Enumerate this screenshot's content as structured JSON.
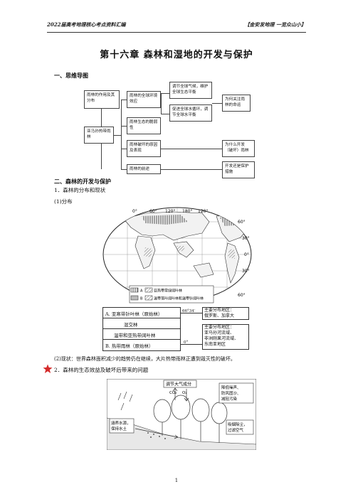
{
  "header": {
    "left": "2022届高考地理核心考点资料汇编",
    "right": "【金安发地理 一览众山小】"
  },
  "title": "第十六章  森林和湿地的开发与保护",
  "section1": {
    "heading": "一、思维导图",
    "nodes": {
      "role": "雨林的作用及其分布",
      "amazon": "亚马孙热带雨林",
      "env": "雨林的全球环境效应",
      "fragile": "雨林生态的脆弱性",
      "destroy": "雨林破坏的原因及表现",
      "future": "雨林的前途",
      "climate": "调节全球气候，维护全球生态平衡",
      "cycle": "促进全球水循环，调节全球水平衡",
      "why_care": "为何关注雨林的命运",
      "why_dev": "为什么开发（破坏）雨林",
      "dev_or_protect": "开发还是保护措施"
    }
  },
  "section2": {
    "heading": "二、森林的开发与保护",
    "sub1": "1．森林的分布和现状",
    "sub1a": "(1)分布",
    "map": {
      "longitudes": [
        "0°",
        "60°",
        "120°",
        "180°",
        "120°"
      ],
      "latitudes": [
        "60°",
        "30°",
        "0°",
        "30°",
        "60°"
      ],
      "legend_a_letter": "A",
      "legend_a_text": "亚热带常绿阔叶林",
      "legend_b_letter": "B",
      "legend_b_text": "温带落叶阔叶林和温带针阔叶林"
    },
    "belts": {
      "row1": "A. 亚寒带针叶林（原始林）",
      "row2": "混交林",
      "row3": "温带和亚热带阔叶林",
      "row4": "B. 热带雨林（原始林）",
      "lat_top": "66°34′",
      "lat_bottom": "0°",
      "note1_title": "主要分布地区：",
      "note1_text": "俄罗斯、加拿大",
      "note2_title": "主要分布地区：",
      "note2_lines": [
        "亚马孙河流域、",
        "非洲刚果河流域、",
        "东南亚地区"
      ]
    },
    "status": "(2)现状：世界森林面积减少的趋势仍在继续，大片热带雨林正遭到毁灭性的破坏。",
    "sub2": "2．森林的生态效益及破坏后带来的问题",
    "eco": {
      "label_air": "调节大气成分",
      "co2": "CO₂",
      "o2": "O₂",
      "label_noise": "降低噪声、防风固沙、减轻污染",
      "label_water": "涵养水源，保持水土",
      "label_dust": "吸烟除尘，过滤空气"
    }
  },
  "page_number": "1",
  "colors": {
    "star": "#d42a2a",
    "text": "#111111",
    "line": "#444444"
  }
}
